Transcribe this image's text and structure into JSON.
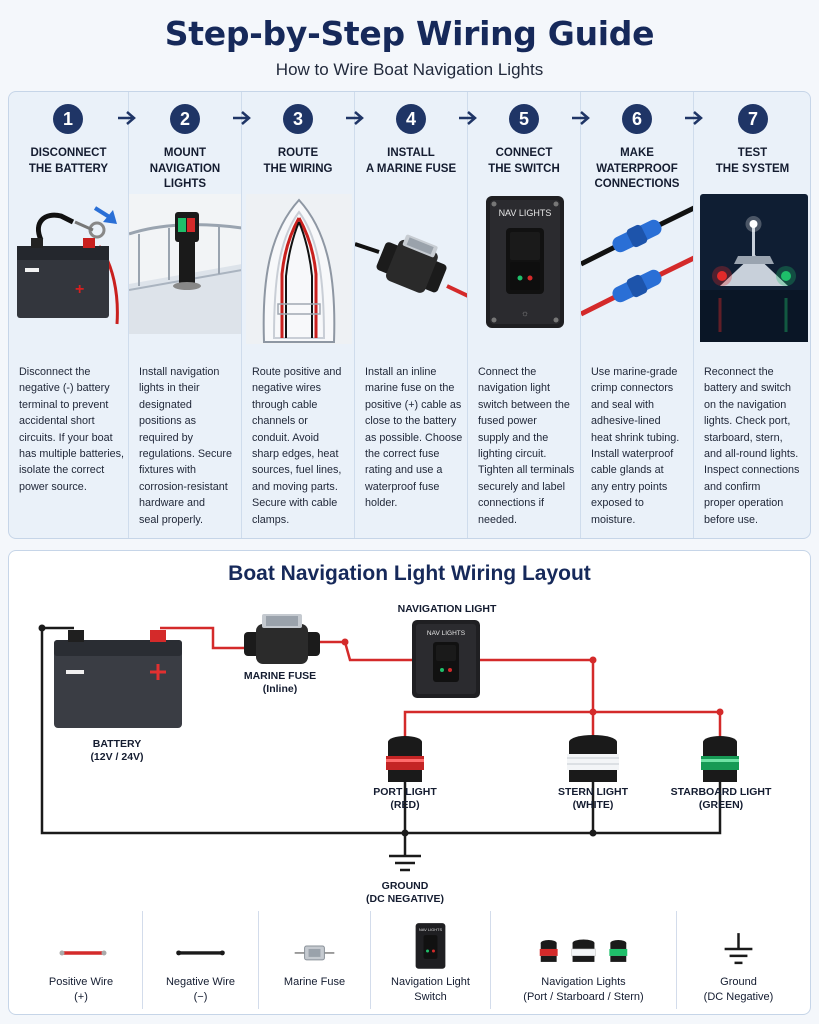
{
  "header": {
    "title": "Step-by-Step Wiring Guide",
    "subtitle": "How to Wire Boat Navigation Lights"
  },
  "steps": [
    {
      "number": "1",
      "title_lines": [
        "DISCONNECT",
        "THE BATTERY"
      ],
      "desc_lines": [
        "Disconnect the",
        "negative (-) battery",
        "terminal to prevent",
        "accidental short",
        "circuits. If your boat",
        "has multiple batteries,",
        "isolate the correct",
        "power source."
      ]
    },
    {
      "number": "2",
      "title_lines": [
        "MOUNT",
        "NAVIGATION LIGHTS"
      ],
      "desc_lines": [
        "Install navigation",
        "lights in their",
        "designated",
        "positions as",
        "required by",
        "regulations. Secure",
        "fixtures with",
        "corrosion-resistant",
        "hardware and",
        "seal properly."
      ]
    },
    {
      "number": "3",
      "title_lines": [
        "ROUTE",
        "THE WIRING"
      ],
      "desc_lines": [
        "Route positive and",
        "negative wires",
        "through cable",
        "channels or",
        "conduit. Avoid",
        "sharp edges, heat",
        "sources, fuel lines,",
        "and moving parts.",
        "Secure with cable",
        "clamps."
      ]
    },
    {
      "number": "4",
      "title_lines": [
        "INSTALL",
        "A MARINE FUSE"
      ],
      "desc_lines": [
        "Install an inline",
        "marine fuse on the",
        "positive (+) cable as",
        "close to the battery",
        "as possible. Choose",
        "the correct fuse",
        "rating and use a",
        "waterproof fuse",
        "holder."
      ]
    },
    {
      "number": "5",
      "title_lines": [
        "CONNECT",
        "THE SWITCH"
      ],
      "switch_label": "NAV LIGHTS",
      "desc_lines": [
        "Connect the",
        "navigation light",
        "switch between the",
        "fused power",
        "supply and the",
        "lighting circuit.",
        "Tighten all terminals",
        "securely and label",
        "connections if",
        "needed."
      ]
    },
    {
      "number": "6",
      "title_lines": [
        "MAKE",
        "WATERPROOF",
        "CONNECTIONS"
      ],
      "desc_lines": [
        "Use marine-grade",
        "crimp connectors",
        "and seal with",
        "adhesive-lined",
        "heat shrink tubing.",
        "Install waterproof",
        "cable glands at",
        "any entry points",
        "exposed to",
        "moisture."
      ]
    },
    {
      "number": "7",
      "title_lines": [
        "TEST",
        "THE SYSTEM"
      ],
      "desc_lines": [
        "Reconnect the",
        "battery and switch",
        "on the navigation",
        "lights. Check port,",
        "starboard, stern,",
        "and all-round lights.",
        "Inspect connections",
        "and confirm",
        "proper operation",
        "before use."
      ]
    }
  ],
  "layout": {
    "title": "Boat Navigation Light Wiring Layout",
    "battery": {
      "lines": [
        "BATTERY",
        "(12V / 24V)"
      ]
    },
    "fuse": {
      "lines": [
        "MARINE FUSE",
        "(Inline)"
      ]
    },
    "switch": {
      "lines": [
        "NAVIGATION LIGHT"
      ],
      "panel_label": "NAV LIGHTS"
    },
    "port": {
      "lines": [
        "PORT LIGHT",
        "(RED)"
      ]
    },
    "stern": {
      "lines": [
        "STERN LIGHT",
        "(WHITE)"
      ]
    },
    "starboard": {
      "lines": [
        "STARBOARD LIGHT",
        "(GREEN)"
      ]
    },
    "ground": {
      "lines": [
        "GROUND",
        "(DC NEGATIVE)"
      ]
    }
  },
  "legend": [
    {
      "icon": "positive-wire-icon",
      "lines": [
        "Positive Wire",
        "(+)"
      ]
    },
    {
      "icon": "negative-wire-icon",
      "lines": [
        "Negative Wire",
        "(−)"
      ]
    },
    {
      "icon": "marine-fuse-icon",
      "lines": [
        "Marine Fuse"
      ]
    },
    {
      "icon": "switch-icon",
      "lines": [
        "Navigation Light",
        "Switch"
      ],
      "panel_label": "NAV LIGHTS"
    },
    {
      "icon": "navigation-lights-icon",
      "lines": [
        "Navigation Lights",
        "(Port / Starboard / Stern)"
      ]
    },
    {
      "icon": "ground-icon",
      "lines": [
        "Ground",
        "(DC Negative)"
      ]
    }
  ],
  "colors": {
    "navy": "#1f3566",
    "positive": "#d42a2a",
    "negative": "#1a1a1a",
    "port": "#e32a2a",
    "starboard": "#1fbf6a",
    "stern": "#ffffff"
  }
}
